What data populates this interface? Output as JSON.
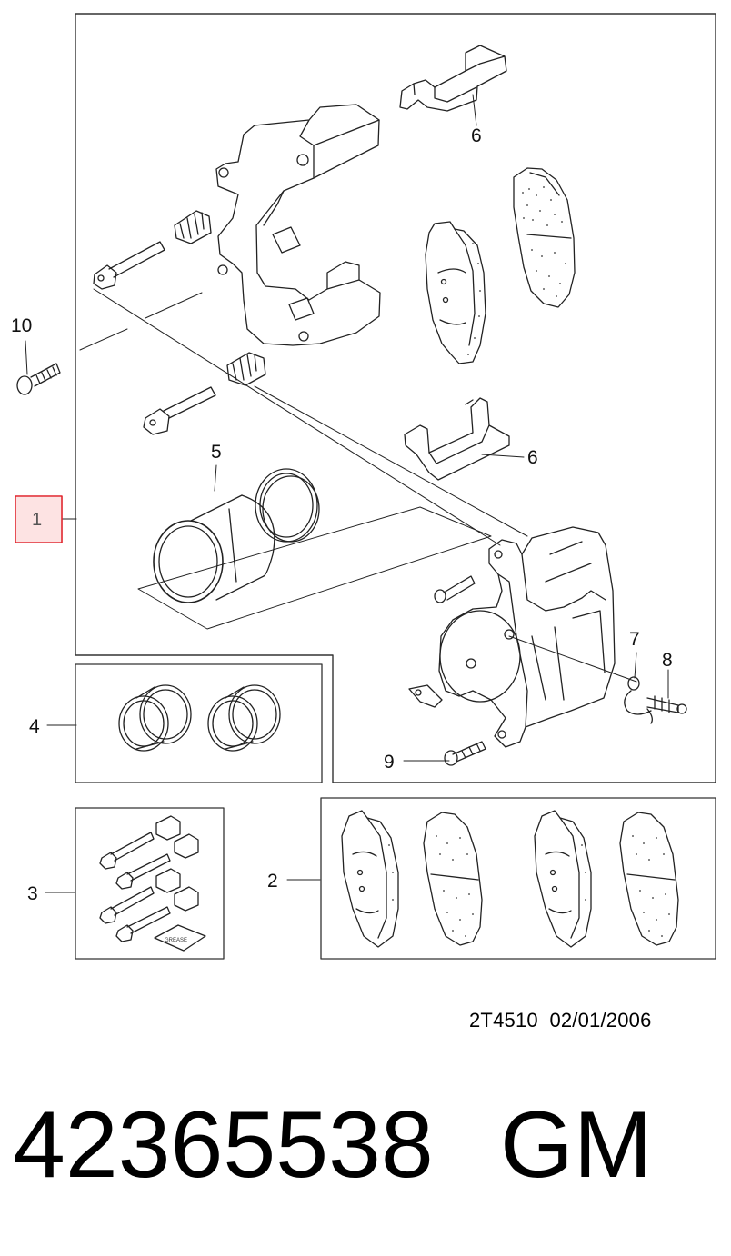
{
  "diagram": {
    "callouts": {
      "c1": "1",
      "c2": "2",
      "c3": "3",
      "c4": "4",
      "c5": "5",
      "c6a": "6",
      "c6b": "6",
      "c7": "7",
      "c8": "8",
      "c9": "9",
      "c10": "10"
    },
    "grease_label": "GREASE",
    "highlight_color": "#e0242c",
    "highlight_fill": "#fde3e3"
  },
  "footer": {
    "drawing_code": "2T4510  02/01/2006",
    "part_number": "42365538",
    "brand": "GM"
  }
}
